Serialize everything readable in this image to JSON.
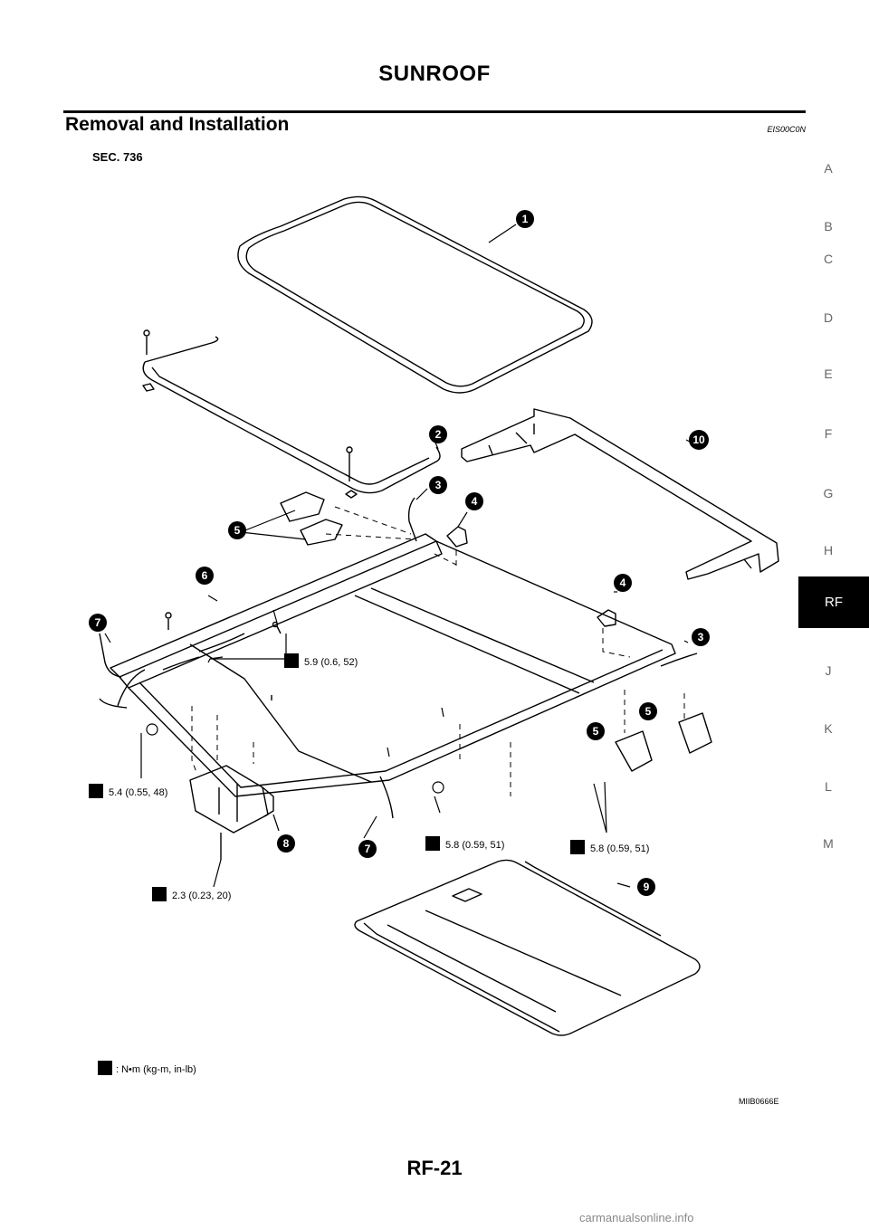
{
  "header": {
    "title": "SUNROOF"
  },
  "section": {
    "title": "Removal and Installation",
    "code": "EIS00C0N"
  },
  "figure": {
    "sec_label": "SEC. 736",
    "callouts": [
      "1",
      "2",
      "3",
      "4",
      "5",
      "6",
      "7",
      "10",
      "4",
      "3",
      "5",
      "5",
      "8",
      "7",
      "9"
    ],
    "torques": {
      "t1": "5.9 (0.6, 52)",
      "t2": "5.4 (0.55, 48)",
      "t3": "5.8 (0.59, 51)",
      "t4": "5.8 (0.59, 51)",
      "t5": "2.3 (0.23, 20)"
    },
    "legend": ": N•m (kg-m, in-lb)",
    "image_code": "MIIB0666E"
  },
  "sidebar": {
    "letters": [
      "A",
      "B",
      "C",
      "D",
      "E",
      "F",
      "G",
      "H",
      "J",
      "K",
      "L",
      "M"
    ],
    "active": "RF"
  },
  "footer": {
    "page": "RF-21"
  },
  "watermark": "carmanualsonline.info"
}
